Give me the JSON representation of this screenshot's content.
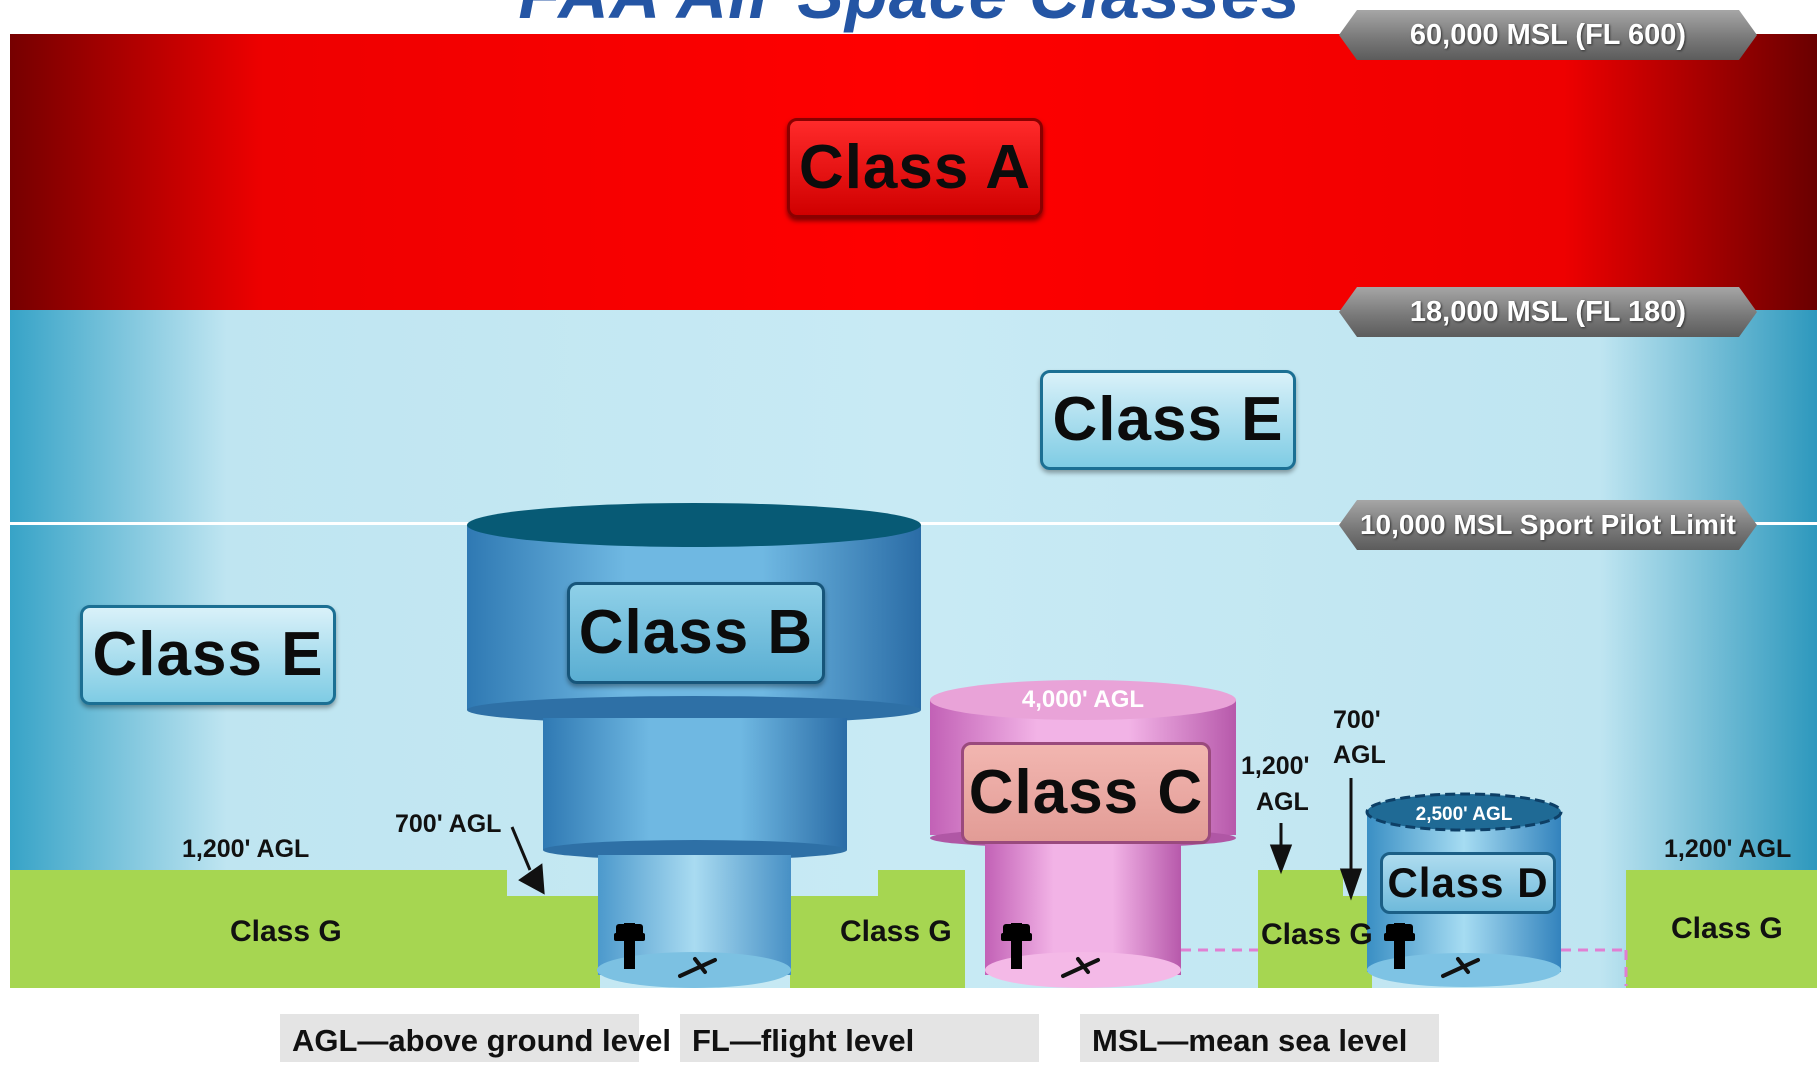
{
  "title": "FAA Air Space Classes",
  "altitudes": {
    "fl600": "60,000 MSL (FL 600)",
    "fl180": "18,000 MSL (FL 180)",
    "sport_limit": "10,000 MSL Sport Pilot Limit"
  },
  "classes": {
    "a": "Class A",
    "e_upper": "Class E",
    "e_lower": "Class E",
    "b": "Class B",
    "c": "Class C",
    "d": "Class D",
    "g": "Class G"
  },
  "labels": {
    "agl_1200_left": "1,200' AGL",
    "agl_700_left": "700' AGL",
    "c_top": "4,000' AGL",
    "agl_1200_mid_line1": "1,200'",
    "agl_1200_mid_line2": "AGL",
    "agl_700_mid_line1": "700'",
    "agl_700_mid_line2": "AGL",
    "d_top": "2,500' AGL",
    "agl_1200_right": "1,200' AGL"
  },
  "legend": [
    "AGL—above ground level",
    "FL—flight level",
    "MSL—mean sea level"
  ],
  "colors": {
    "class_a": "#ff0000",
    "class_e": "#c8eaf4",
    "class_b": "#4fa0cf",
    "class_c": "#f0a6e0",
    "class_d": "#5cb3dd",
    "class_g": "#a6d651",
    "title": "#2455a4"
  },
  "icons": [
    "control-tower-icon",
    "runway-icon"
  ]
}
